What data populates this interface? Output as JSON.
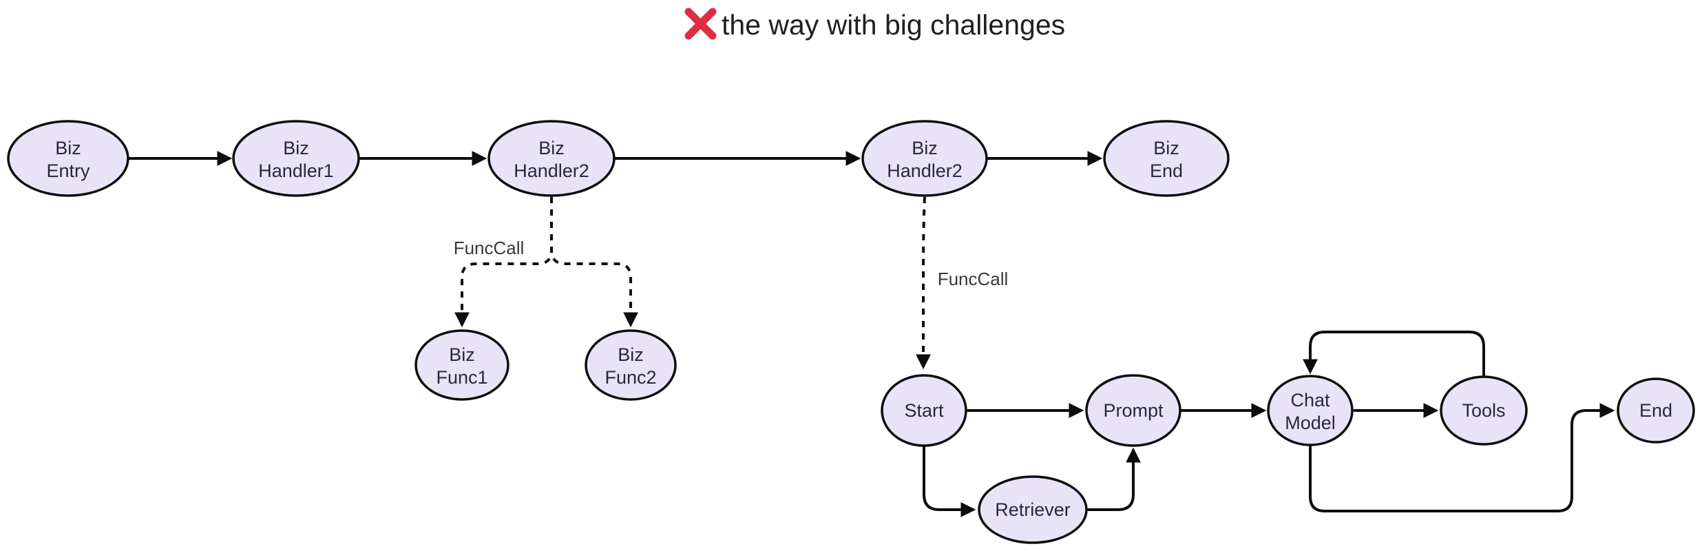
{
  "title": {
    "icon": "red-cross-icon",
    "text": "the way with big challenges"
  },
  "colors": {
    "node_fill": "#e8e3f7",
    "node_border": "#0d0d0d",
    "edge": "#0d0d0d",
    "node_text": "#2b2642",
    "cross_red": "#dd2e44"
  },
  "diagram": {
    "nodes": [
      {
        "id": "biz-entry",
        "line1": "Biz",
        "line2": "Entry"
      },
      {
        "id": "biz-handler1",
        "line1": "Biz",
        "line2": "Handler1"
      },
      {
        "id": "biz-handler2-a",
        "line1": "Biz",
        "line2": "Handler2"
      },
      {
        "id": "biz-handler2-b",
        "line1": "Biz",
        "line2": "Handler2"
      },
      {
        "id": "biz-end",
        "line1": "Biz",
        "line2": "End"
      },
      {
        "id": "biz-func1",
        "line1": "Biz",
        "line2": "Func1"
      },
      {
        "id": "biz-func2",
        "line1": "Biz",
        "line2": "Func2"
      },
      {
        "id": "start",
        "line1": "Start"
      },
      {
        "id": "prompt",
        "line1": "Prompt"
      },
      {
        "id": "retriever",
        "line1": "Retriever"
      },
      {
        "id": "chat-model",
        "line1": "Chat",
        "line2": "Model"
      },
      {
        "id": "tools",
        "line1": "Tools"
      },
      {
        "id": "end",
        "line1": "End"
      }
    ],
    "edge_labels": [
      {
        "text": "FuncCall"
      },
      {
        "text": "FuncCall"
      }
    ],
    "edges": [
      {
        "from": "biz-entry",
        "to": "biz-handler1",
        "style": "solid"
      },
      {
        "from": "biz-handler1",
        "to": "biz-handler2-a",
        "style": "solid"
      },
      {
        "from": "biz-handler2-a",
        "to": "biz-handler2-b",
        "style": "solid"
      },
      {
        "from": "biz-handler2-b",
        "to": "biz-end",
        "style": "solid"
      },
      {
        "from": "biz-handler2-a",
        "to": "biz-func1",
        "style": "dashed",
        "label": "FuncCall"
      },
      {
        "from": "biz-handler2-a",
        "to": "biz-func2",
        "style": "dashed"
      },
      {
        "from": "biz-handler2-b",
        "to": "start",
        "style": "dashed",
        "label": "FuncCall"
      },
      {
        "from": "start",
        "to": "prompt",
        "style": "solid"
      },
      {
        "from": "start",
        "to": "retriever",
        "style": "solid"
      },
      {
        "from": "retriever",
        "to": "prompt",
        "style": "solid"
      },
      {
        "from": "prompt",
        "to": "chat-model",
        "style": "solid"
      },
      {
        "from": "chat-model",
        "to": "tools",
        "style": "solid"
      },
      {
        "from": "tools",
        "to": "chat-model",
        "style": "solid"
      },
      {
        "from": "chat-model",
        "to": "end",
        "style": "solid"
      }
    ]
  }
}
